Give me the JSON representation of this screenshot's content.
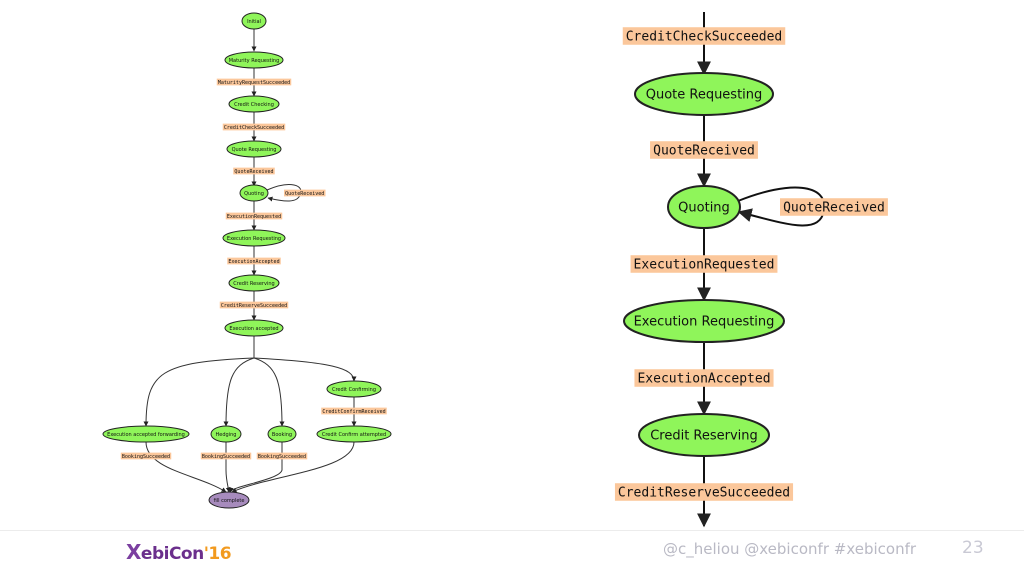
{
  "left_graph": {
    "states": {
      "initial": "Initial",
      "maturity_requesting": "Maturity Requesting",
      "credit_checking": "Credit Checking",
      "quote_requesting": "Quote Requesting",
      "quoting": "Quoting",
      "execution_requesting": "Execution Requesting",
      "credit_reserving": "Credit Reserving",
      "execution_accepted": "Execution accepted",
      "credit_confirming": "Credit Confirming",
      "execution_accepted_forwarding": "Execution accepted forwarding",
      "hedging": "Hedging",
      "booking": "Booking",
      "credit_confirm_attempted": "Credit Confirm attempted",
      "complete": "fill complete"
    },
    "events": {
      "maturity_request_succeeded": "MaturityRequestSucceeded",
      "credit_check_succeeded": "CreditCheckSucceeded",
      "quote_received": "QuoteReceived",
      "quote_received_loop": "QuoteReceived",
      "execution_requested": "ExecutionRequested",
      "execution_accepted": "ExecutionAccepted",
      "credit_reserve_succeeded": "CreditReserveSucceeded",
      "credit_confirm_received": "CreditConfirmReceived",
      "booking_succeeded_1": "BookingSucceeded",
      "booking_succeeded_2": "BookingSucceeded",
      "booking_succeeded_3": "BookingSucceeded"
    }
  },
  "right_graph": {
    "states": {
      "quote_requesting": "Quote Requesting",
      "quoting": "Quoting",
      "execution_requesting": "Execution Requesting",
      "credit_reserving": "Credit Reserving"
    },
    "events": {
      "credit_check_succeeded": "CreditCheckSucceeded",
      "quote_received": "QuoteReceived",
      "quote_received_loop": "QuoteReceived",
      "execution_requested": "ExecutionRequested",
      "execution_accepted": "ExecutionAccepted",
      "credit_reserve_succeeded": "CreditReserveSucceeded"
    }
  },
  "colors": {
    "state_fill": "#8ff55a",
    "final_fill": "#a78bbd",
    "label_bg": "#fbc79b",
    "edge": "#333333"
  },
  "footer": {
    "logo_x": "X",
    "logo_text": "ebiCon",
    "logo_year": "'16",
    "handles": "@c_heliou @xebiconfr #xebiconfr",
    "page_number": "23"
  }
}
